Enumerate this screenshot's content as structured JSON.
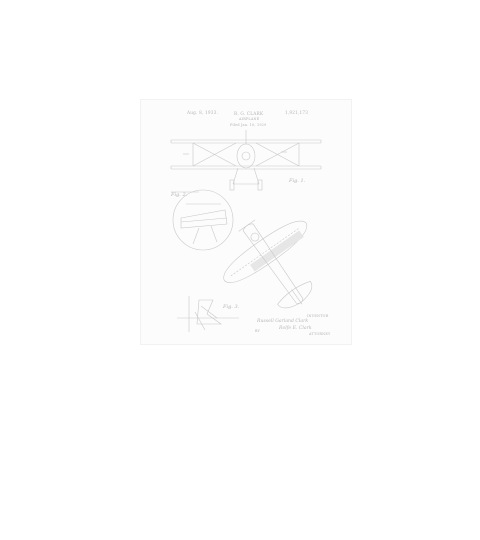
{
  "patent": {
    "date": "Aug. 8, 1933.",
    "inventor_short": "R. G. CLARK",
    "title": "AIRPLANE",
    "filed": "Filed Jan. 10, 1929",
    "number": "1,921,173"
  },
  "figures": {
    "fig1": "Fig. 1.",
    "fig2": "Fig. 2.",
    "fig3": "Fig. 3."
  },
  "signature": {
    "label": "INVENTOR",
    "inventor_name": "Russell Garland Clark",
    "by": "BY",
    "attorney": "Rolfe E. Clark",
    "attorney_label": "ATTORNEY"
  }
}
